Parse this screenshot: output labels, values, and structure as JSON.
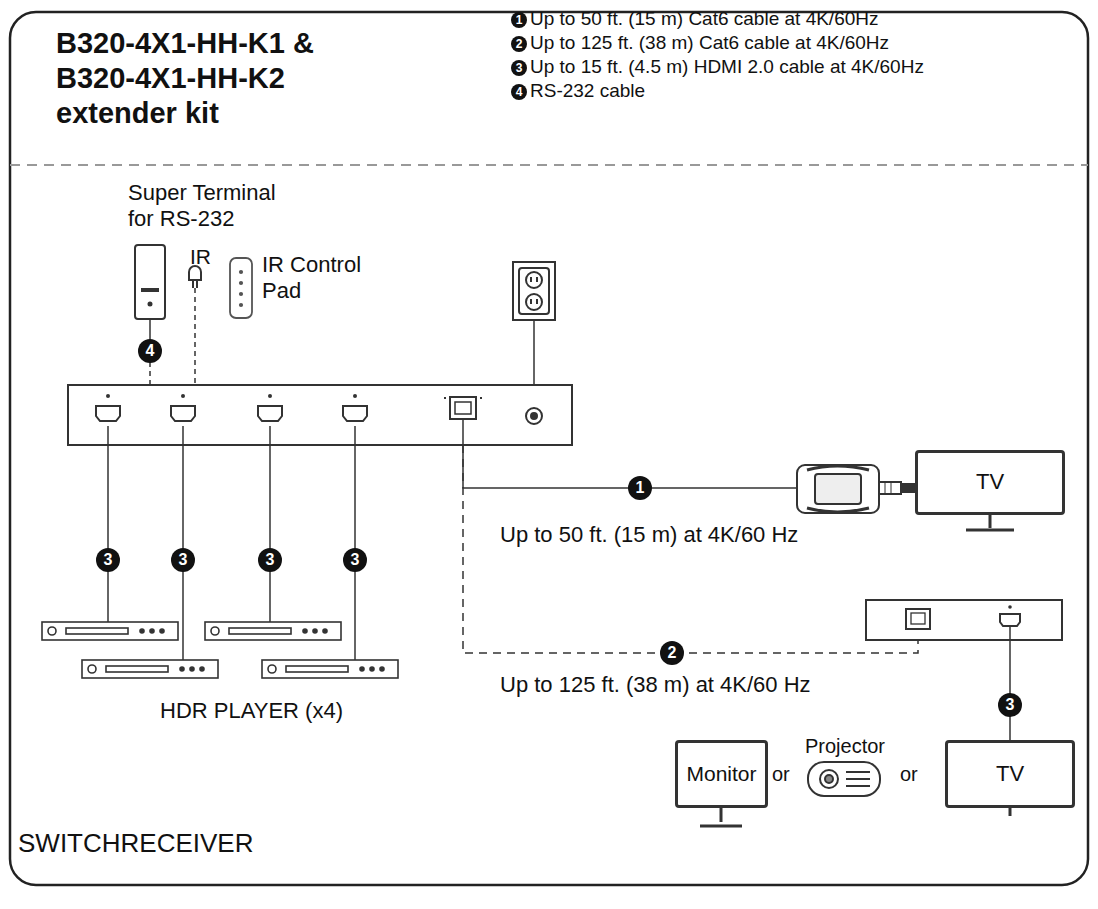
{
  "diagram": {
    "title": "B320-4X1-HH-K1 & B320-4X1-HH-K2 extender kit",
    "nodes": [
      {
        "text": [
          "Super Terminal for RS-232"
        ]
      },
      {
        "text": [
          "IR Control Pad"
        ]
      },
      {
        "text": [
          "TV"
        ]
      },
      {
        "text": [
          "Monitor"
        ]
      },
      {
        "text": [
          "Projector"
        ]
      },
      {
        "text": [
          "TV"
        ]
      }
    ],
    "labels": [
      "1",
      "Up to 50 ft. (15 m) Cat6 cable at 4K/60Hz",
      "2",
      "Up to 125 ft. (38 m) Cat6 cable at 4K/60Hz",
      "3",
      "Up to 15 ft. (4.5 m) HDMI 2.0 cable at 4K/60Hz",
      "4",
      "RS-232 cable",
      "IR",
      "4",
      "3",
      "3",
      "3",
      "3",
      "1",
      "Up to 50 ft. (15 m) at 4K/60 Hz",
      "2",
      "Up to 125 ft. (38 m) at 4K/60 Hz",
      "3",
      "HDR PLAYER (x4)",
      "or",
      "or",
      "SWITCHRECEIVER"
    ]
  }
}
